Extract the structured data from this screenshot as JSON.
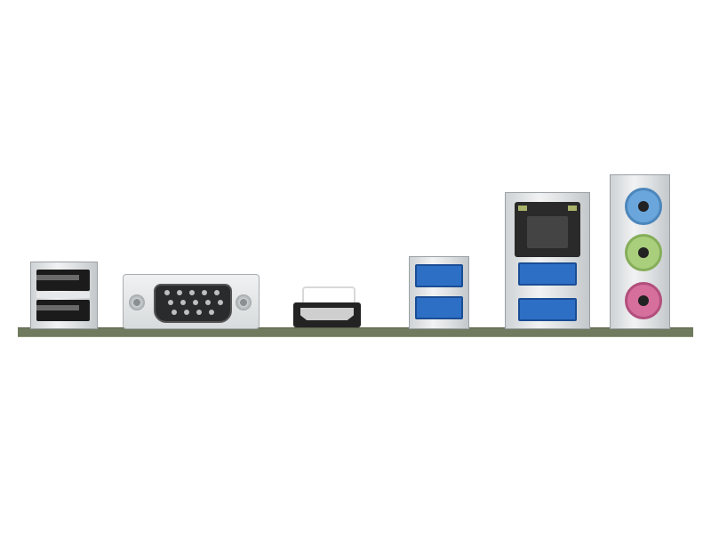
{
  "photo": {
    "subject": "motherboard-rear-io-panel",
    "ports": [
      {
        "id": "usb2-stack",
        "icon": "usb-2-icon"
      },
      {
        "id": "vga",
        "icon": "vga-port-icon"
      },
      {
        "id": "hdmi",
        "icon": "hdmi-port-icon"
      },
      {
        "id": "usb3-stack",
        "icon": "usb-3-icon"
      },
      {
        "id": "rj45-usb-combo",
        "icon": "ethernet-port-icon"
      },
      {
        "id": "audio-jacks",
        "icon": "audio-jack-icon"
      }
    ],
    "colors": {
      "usb3_blue": "#2e6fc6",
      "audio_blue": "#6aa6dc",
      "audio_green": "#a9cf7d",
      "audio_pink": "#d66f9c",
      "pcb_green": "#6f7a5e"
    }
  }
}
